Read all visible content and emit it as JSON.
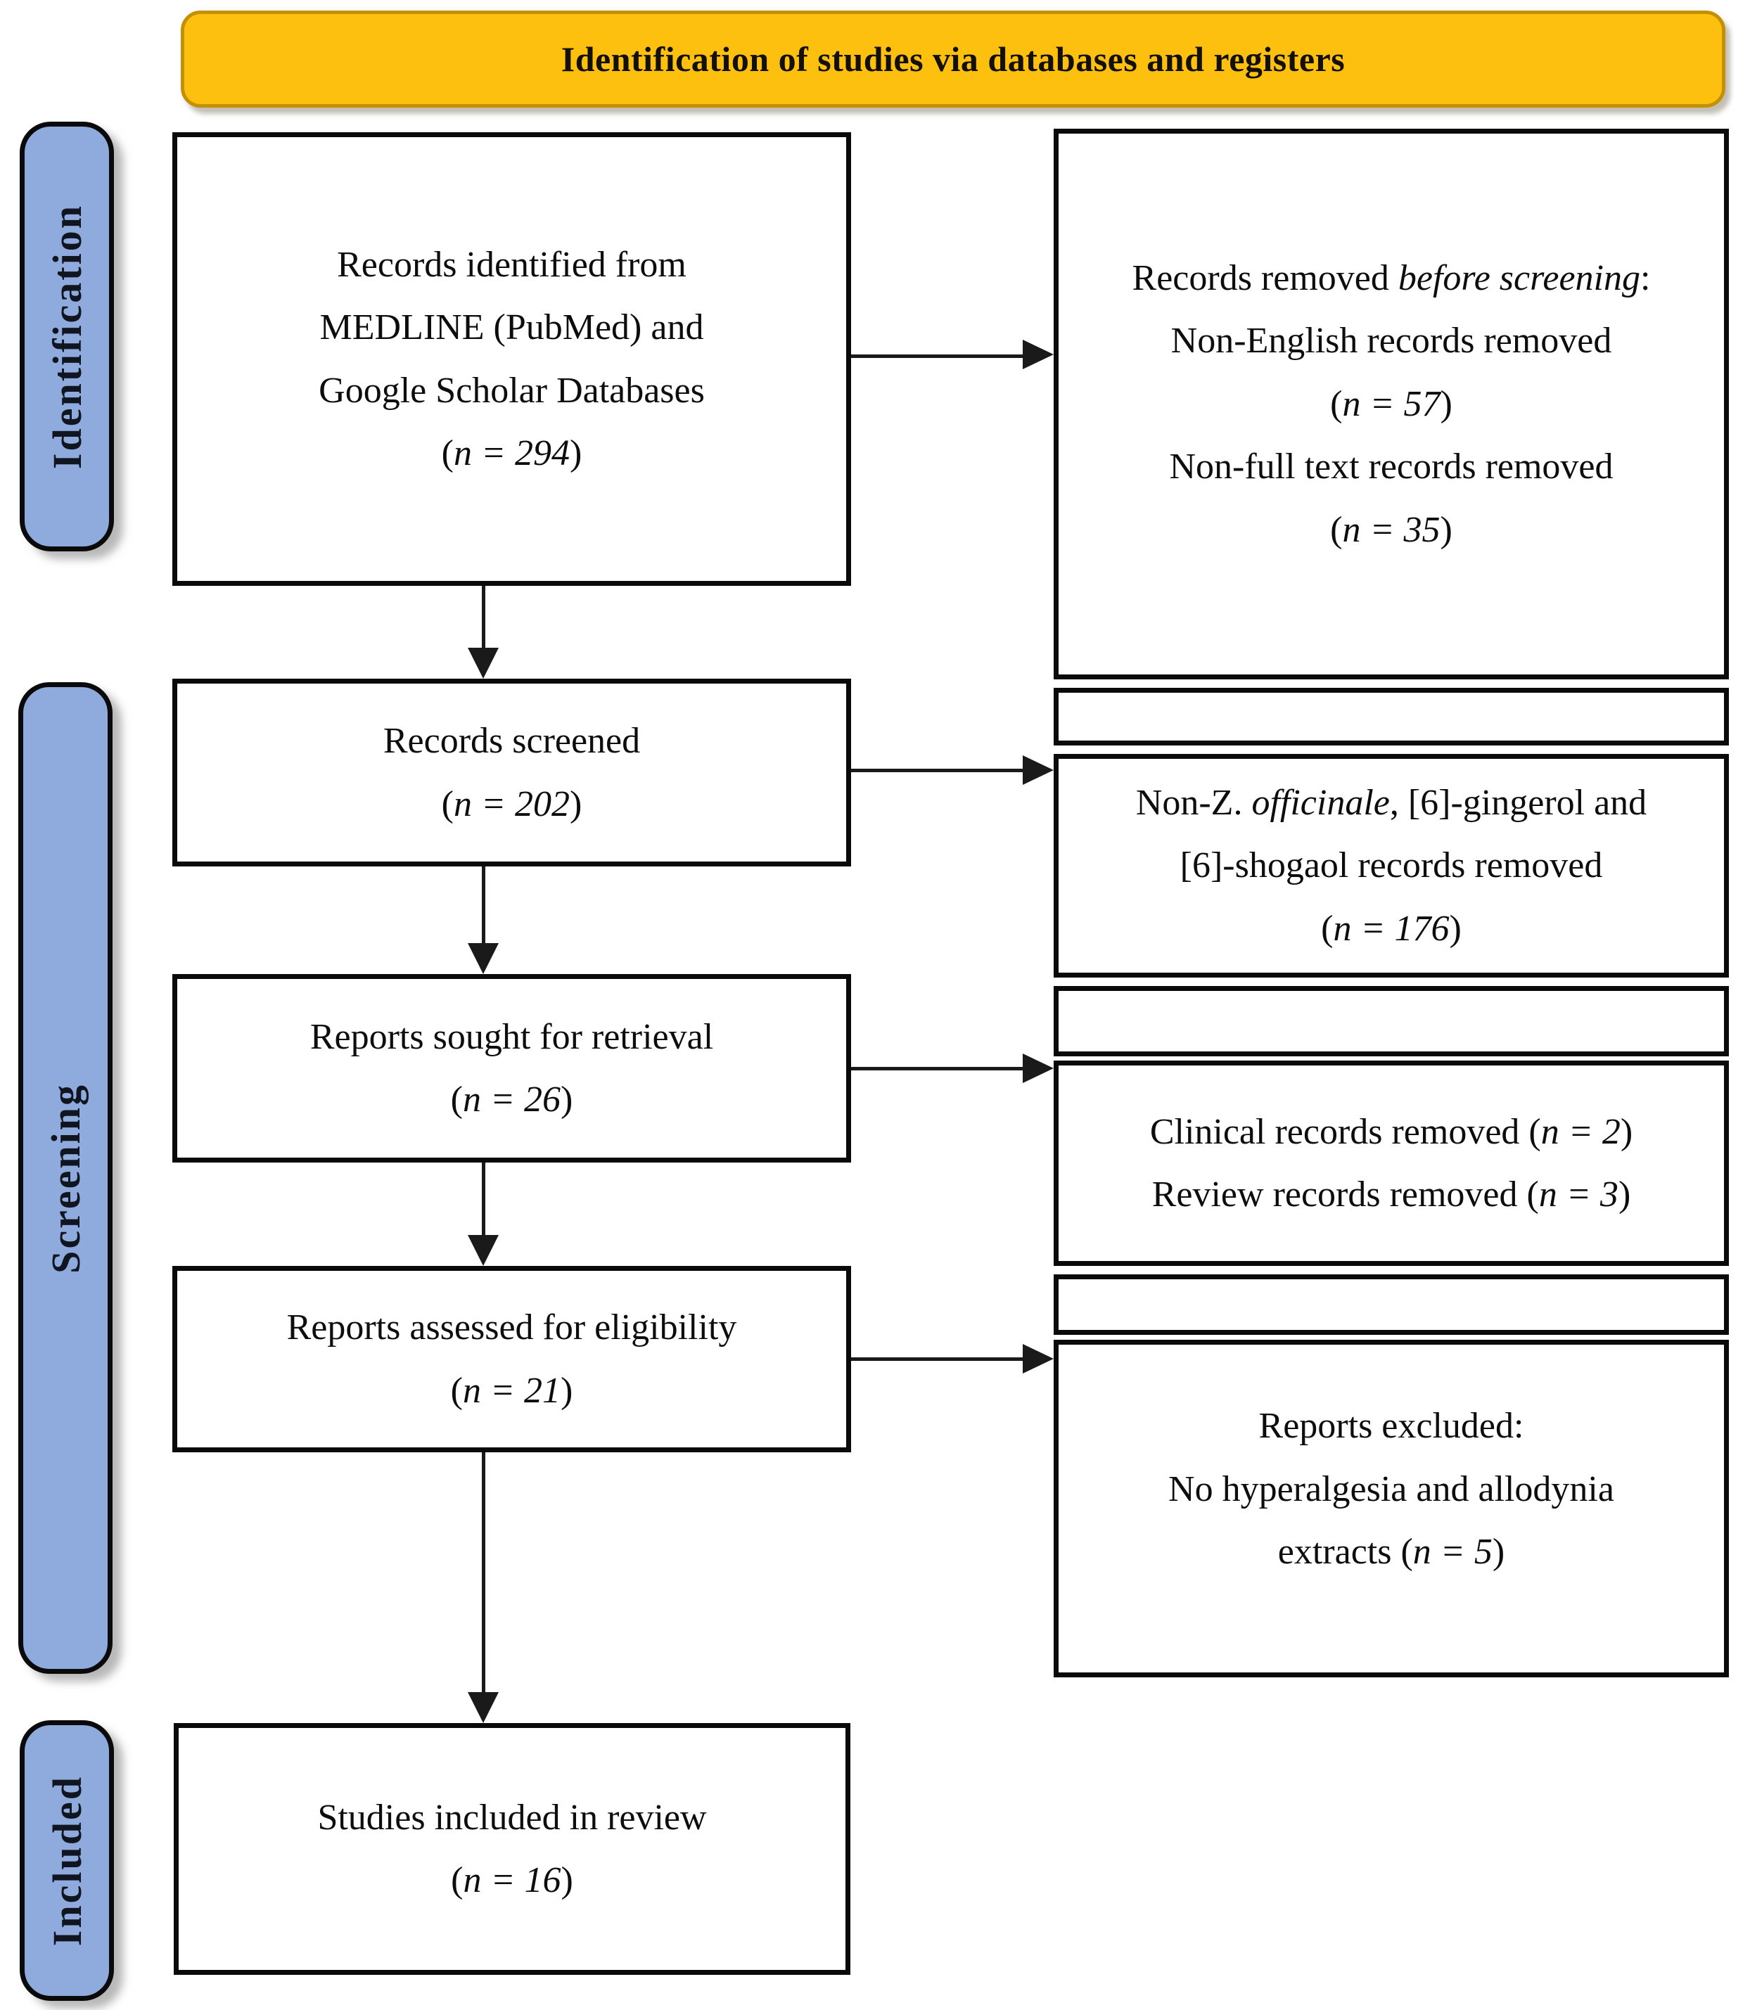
{
  "banner": {
    "title": "Identification of studies via databases and registers",
    "bg_color": "#FEC00F",
    "border_color": "#C49000"
  },
  "stages": [
    {
      "label": "Identification"
    },
    {
      "label": "Screening"
    },
    {
      "label": "Included"
    }
  ],
  "colors": {
    "stage_fill": "#8FAADC",
    "box_border": "#0a0a0a",
    "arrow": "#1a1a1a"
  },
  "boxes": {
    "l1": {
      "lines": [
        [
          {
            "t": "Records identified from"
          }
        ],
        [
          {
            "t": "MEDLINE (PubMed) and"
          }
        ],
        [
          {
            "t": "Google Scholar Databases"
          }
        ],
        [
          {
            "t": "("
          },
          {
            "t": "n = 294",
            "i": true
          },
          {
            "t": ")"
          }
        ]
      ]
    },
    "l2": {
      "lines": [
        [
          {
            "t": "Records screened"
          }
        ],
        [
          {
            "t": "("
          },
          {
            "t": "n = 202",
            "i": true
          },
          {
            "t": ")"
          }
        ]
      ]
    },
    "l3": {
      "lines": [
        [
          {
            "t": "Reports sought for retrieval"
          }
        ],
        [
          {
            "t": "("
          },
          {
            "t": "n = 26",
            "i": true
          },
          {
            "t": ")"
          }
        ]
      ]
    },
    "l4": {
      "lines": [
        [
          {
            "t": "Reports assessed for eligibility"
          }
        ],
        [
          {
            "t": "("
          },
          {
            "t": "n = 21",
            "i": true
          },
          {
            "t": ")"
          }
        ]
      ]
    },
    "l5": {
      "lines": [
        [
          {
            "t": "Studies included in review"
          }
        ],
        [
          {
            "t": "("
          },
          {
            "t": "n = 16",
            "i": true
          },
          {
            "t": ")"
          }
        ]
      ]
    },
    "ra": {
      "lines": [
        [
          {
            "t": "Records removed "
          },
          {
            "t": "before screening",
            "i": true
          },
          {
            "t": ":"
          }
        ],
        [
          {
            "t": "Non-English records removed"
          }
        ],
        [
          {
            "t": "("
          },
          {
            "t": "n = 57",
            "i": true
          },
          {
            "t": ")"
          }
        ],
        [
          {
            "t": "Non-full text records removed"
          }
        ],
        [
          {
            "t": "("
          },
          {
            "t": "n = 35",
            "i": true
          },
          {
            "t": ")"
          }
        ]
      ]
    },
    "rb": {
      "lines": []
    },
    "rc": {
      "lines": [
        [
          {
            "t": "Non-Z. "
          },
          {
            "t": "officinale",
            "i": true
          },
          {
            "t": ", [6]-gingerol and"
          }
        ],
        [
          {
            "t": "[6]-shogaol records removed"
          }
        ],
        [
          {
            "t": "("
          },
          {
            "t": "n = 176",
            "i": true
          },
          {
            "t": ")"
          }
        ]
      ]
    },
    "rd": {
      "lines": []
    },
    "re": {
      "lines": [
        [
          {
            "t": "Clinical records removed ("
          },
          {
            "t": "n = 2",
            "i": true
          },
          {
            "t": ")"
          }
        ],
        [
          {
            "t": "Review records removed ("
          },
          {
            "t": "n = 3",
            "i": true
          },
          {
            "t": ")"
          }
        ]
      ]
    },
    "rf": {
      "lines": []
    },
    "rg": {
      "lines": [
        [
          {
            "t": "Reports excluded:"
          }
        ],
        [
          {
            "t": "No hyperalgesia and allodynia"
          }
        ],
        [
          {
            "t": "extracts ("
          },
          {
            "t": "n = 5",
            "i": true
          },
          {
            "t": ")"
          }
        ]
      ]
    }
  }
}
